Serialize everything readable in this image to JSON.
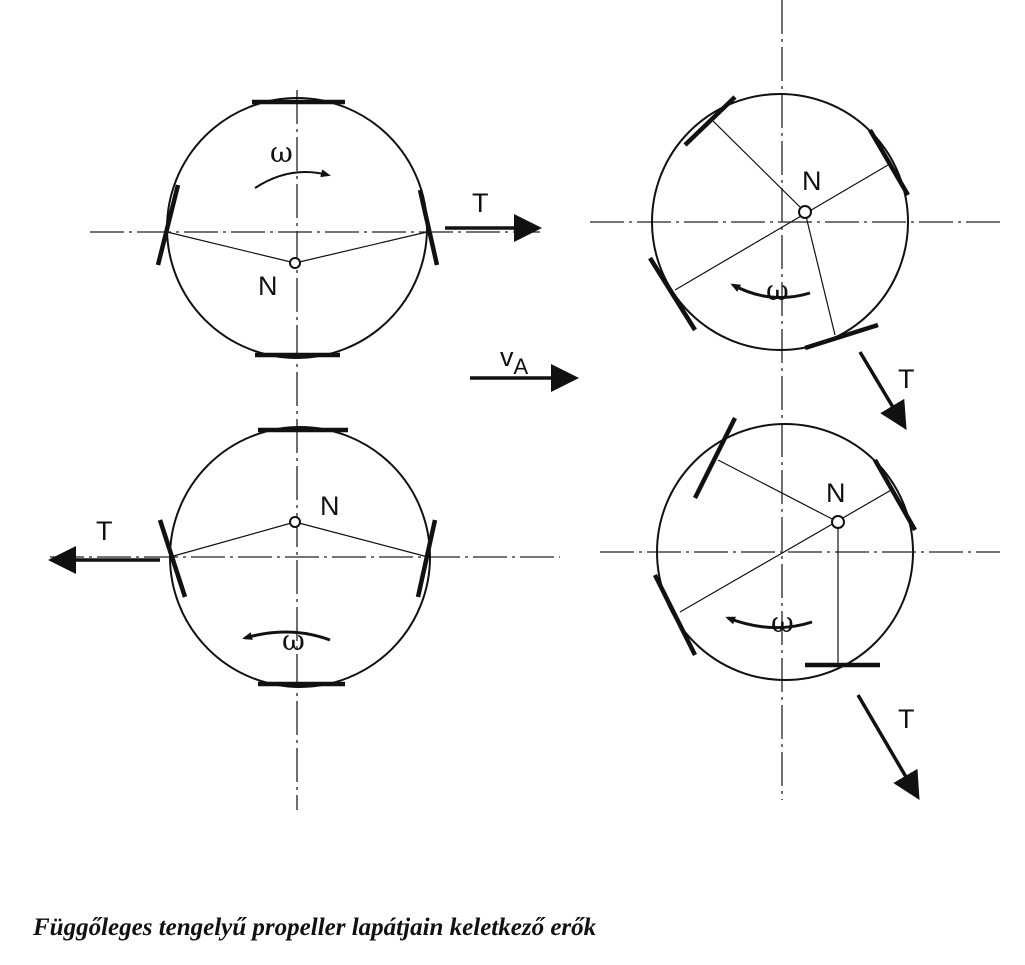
{
  "labels": {
    "center": "N",
    "thrust": "T",
    "omega": "ω",
    "velocity_main": "v",
    "velocity_sub": "A"
  },
  "caption": "Függőleges tengelyű propeller lapátjain keletkező erők",
  "colors": {
    "ink": "#111111",
    "background": "#ffffff"
  }
}
